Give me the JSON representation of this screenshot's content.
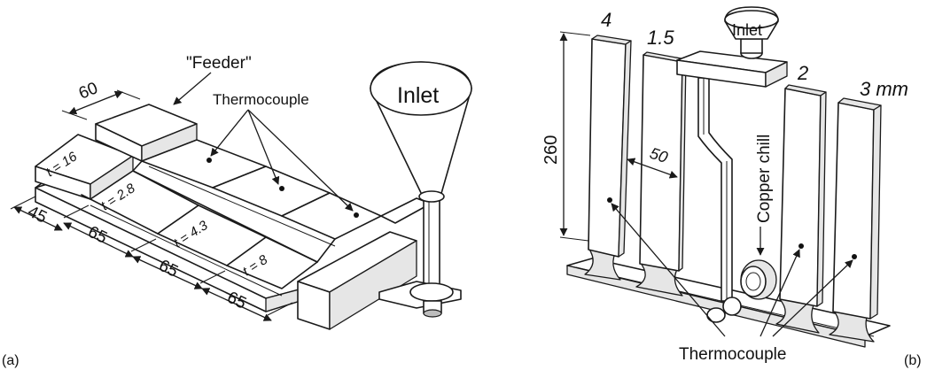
{
  "panel_a": {
    "panel_label": "(a)",
    "feeder_label": "\"Feeder\"",
    "thermocouple_label": "Thermocouple",
    "inlet_label": "Inlet",
    "dimensions": {
      "feeder_width": "60",
      "first_step": "45",
      "step_2": "65",
      "step_3": "65",
      "step_4": "65"
    },
    "thickness_labels": {
      "t16": "t = 16",
      "t2_8": "t = 2.8",
      "t4_3": "t = 4.3",
      "t8": "t = 8"
    }
  },
  "panel_b": {
    "panel_label": "(b)",
    "inlet_label": "Inlet",
    "plate_labels": {
      "p4": "4",
      "p1_5": "1.5",
      "p2": "2",
      "p3mm": "3 mm"
    },
    "height_label": "260",
    "width_label": "50",
    "copper_chill_label": "Copper chill",
    "thermocouple_label": "Thermocouple"
  }
}
